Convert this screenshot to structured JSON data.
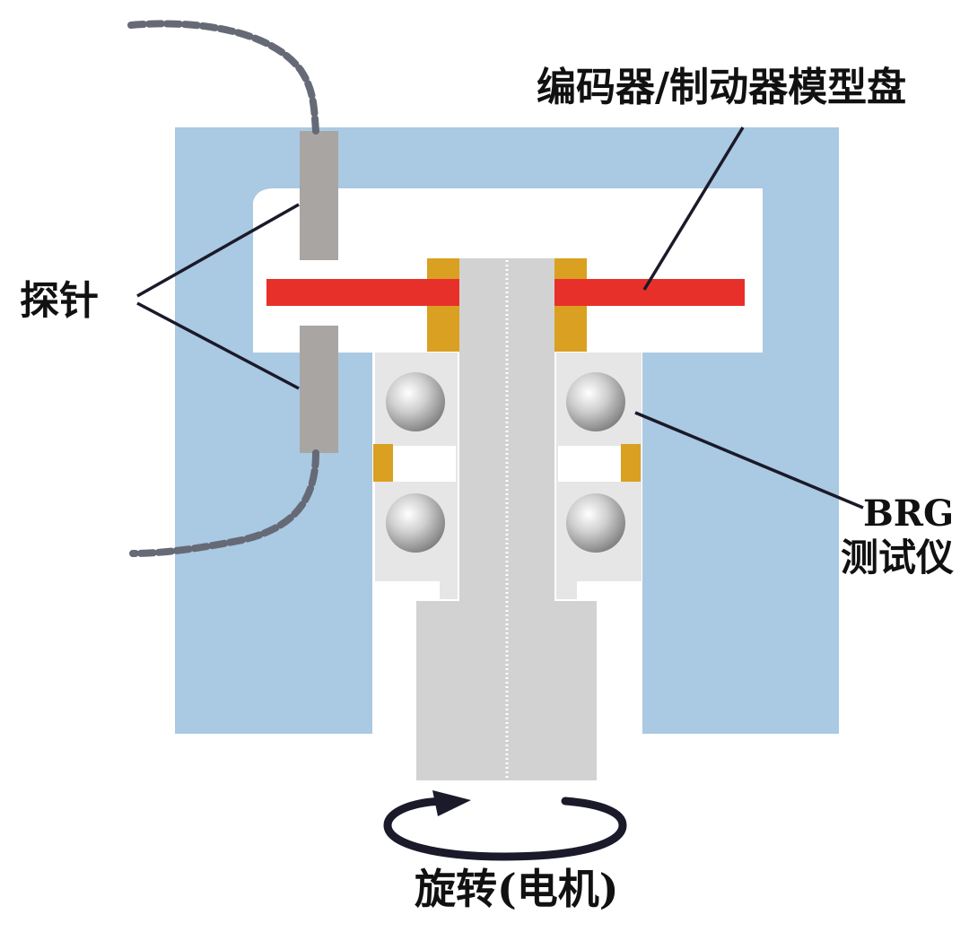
{
  "labels": {
    "disk": "编码器/制动器模型盘",
    "probe": "探针",
    "brg_line1": "BRG",
    "brg_line2": "测试仪",
    "rotation": "旋转(电机)"
  },
  "colors": {
    "housing": "#aac9e2",
    "cavity": "#ffffff",
    "shaft": "#d2d2d2",
    "probe": "#a9a5a3",
    "disk": "#e8302a",
    "spacer": "#d9a021",
    "bearing_race": "#e6e6e6",
    "ball": "#b7b7b7",
    "leader": "#1a1a2a",
    "cable": "#666a76"
  }
}
